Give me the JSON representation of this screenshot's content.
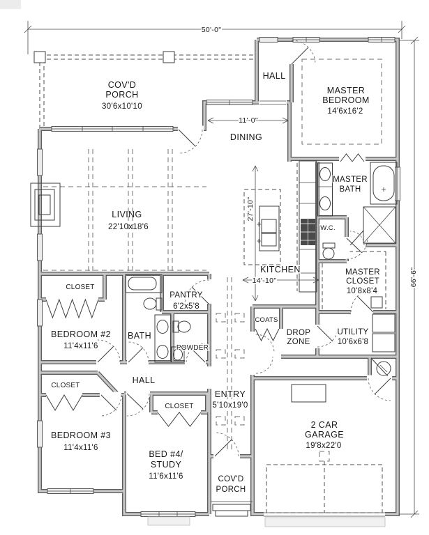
{
  "drawing": {
    "overall_width_dim": "50'-0\"",
    "overall_depth_dim": "66'-6\"",
    "dining_width_dim": "11'-0\"",
    "kitchen_depth_dim": "27'-10\"",
    "kitchen_width_dim": "14'-10\""
  },
  "rooms": {
    "covd_porch_front": {
      "name_line1": "COV'D",
      "name_line2": "PORCH",
      "size": "30'6x10'10"
    },
    "hall_upper": {
      "name": "HALL"
    },
    "master_bedroom": {
      "name_line1": "MASTER",
      "name_line2": "BEDROOM",
      "size": "14'6x16'2"
    },
    "dining": {
      "name": "DINING"
    },
    "living": {
      "name": "LIVING",
      "size": "22'10x18'6"
    },
    "master_bath": {
      "name_line1": "MASTER",
      "name_line2": "BATH"
    },
    "kitchen": {
      "name": "KITCHEN"
    },
    "water_closet": {
      "name": "W.C."
    },
    "master_closet": {
      "name_line1": "MASTER",
      "name_line2": "CLOSET",
      "size": "10'8x8'4"
    },
    "pantry": {
      "name": "PANTRY",
      "size": "6'2x5'8"
    },
    "bedroom2": {
      "name": "BEDROOM #2",
      "size": "11'4x11'6"
    },
    "bedroom2_closet": {
      "name": "CLOSET"
    },
    "bath": {
      "name": "BATH"
    },
    "powder": {
      "name": "POWDER"
    },
    "coats": {
      "name": "COATS"
    },
    "drop_zone": {
      "name_line1": "DROP",
      "name_line2": "ZONE"
    },
    "utility": {
      "name": "UTILITY",
      "size": "10'6x6'8"
    },
    "hall_lower": {
      "name": "HALL"
    },
    "entry": {
      "name": "ENTRY",
      "size": "5'10x19'0"
    },
    "bedroom3": {
      "name": "BEDROOM #3",
      "size": "11'4x11'6"
    },
    "bedroom3_closet": {
      "name": "CLOSET"
    },
    "bed4_study": {
      "name_line1": "BED #4/",
      "name_line2": "STUDY",
      "size": "11'6x11'6"
    },
    "bed4_closet": {
      "name": "CLOSET"
    },
    "covd_porch_rear": {
      "name_line1": "COV'D",
      "name_line2": "PORCH"
    },
    "garage": {
      "name_line1": "2 CAR",
      "name_line2": "GARAGE",
      "size": "19'8x22'0"
    }
  },
  "colors": {
    "wall_edge": "#5e5e5e",
    "wall_fill": "#c7c7c7",
    "line": "#3e3e3e",
    "text": "#181818",
    "background": "#ffffff"
  }
}
